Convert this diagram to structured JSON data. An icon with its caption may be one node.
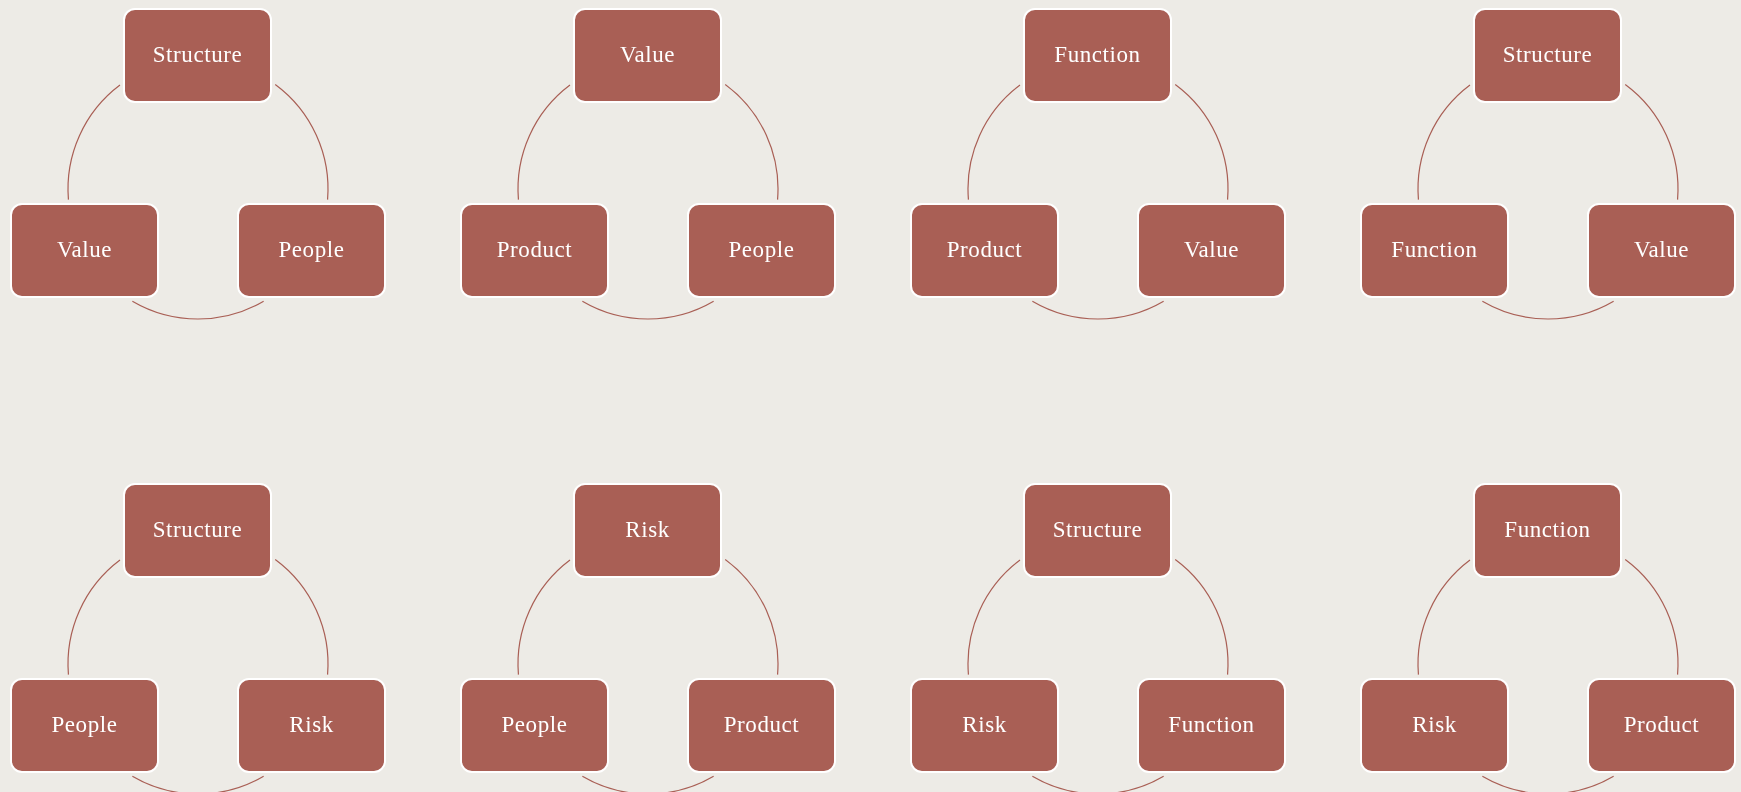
{
  "diagram": {
    "nodes": [
      {
        "text": [
          "Structure"
        ]
      },
      {
        "text": [
          "Value"
        ]
      },
      {
        "text": [
          "People"
        ]
      },
      {
        "text": [
          "Value"
        ]
      },
      {
        "text": [
          "Product"
        ]
      },
      {
        "text": [
          "People"
        ]
      },
      {
        "text": [
          "Function"
        ]
      },
      {
        "text": [
          "Product"
        ]
      },
      {
        "text": [
          "Value"
        ]
      },
      {
        "text": [
          "Structure"
        ]
      },
      {
        "text": [
          "Function"
        ]
      },
      {
        "text": [
          "Value"
        ]
      },
      {
        "text": [
          "Structure"
        ]
      },
      {
        "text": [
          "People"
        ]
      },
      {
        "text": [
          "Risk"
        ]
      },
      {
        "text": [
          "Risk"
        ]
      },
      {
        "text": [
          "People"
        ]
      },
      {
        "text": [
          "Product"
        ]
      },
      {
        "text": [
          "Structure"
        ]
      },
      {
        "text": [
          "Risk"
        ]
      },
      {
        "text": [
          "Function"
        ]
      },
      {
        "text": [
          "Function"
        ]
      },
      {
        "text": [
          "Risk"
        ]
      },
      {
        "text": [
          "Product"
        ]
      }
    ],
    "edges": [
      {
        "from": 0,
        "to": 2,
        "arrow": "none"
      },
      {
        "from": 2,
        "to": 1,
        "arrow": "none"
      },
      {
        "from": 1,
        "to": 0,
        "arrow": "none"
      },
      {
        "from": 3,
        "to": 5,
        "arrow": "none"
      },
      {
        "from": 5,
        "to": 4,
        "arrow": "none"
      },
      {
        "from": 4,
        "to": 3,
        "arrow": "none"
      },
      {
        "from": 6,
        "to": 8,
        "arrow": "none"
      },
      {
        "from": 8,
        "to": 7,
        "arrow": "none"
      },
      {
        "from": 7,
        "to": 6,
        "arrow": "none"
      },
      {
        "from": 9,
        "to": 11,
        "arrow": "none"
      },
      {
        "from": 11,
        "to": 10,
        "arrow": "none"
      },
      {
        "from": 10,
        "to": 9,
        "arrow": "none"
      },
      {
        "from": 12,
        "to": 14,
        "arrow": "none"
      },
      {
        "from": 14,
        "to": 13,
        "arrow": "none"
      },
      {
        "from": 13,
        "to": 12,
        "arrow": "none"
      },
      {
        "from": 15,
        "to": 17,
        "arrow": "none"
      },
      {
        "from": 17,
        "to": 16,
        "arrow": "none"
      },
      {
        "from": 16,
        "to": 15,
        "arrow": "none"
      },
      {
        "from": 18,
        "to": 20,
        "arrow": "none"
      },
      {
        "from": 20,
        "to": 19,
        "arrow": "none"
      },
      {
        "from": 19,
        "to": 18,
        "arrow": "none"
      },
      {
        "from": 21,
        "to": 23,
        "arrow": "none"
      },
      {
        "from": 23,
        "to": 22,
        "arrow": "none"
      },
      {
        "from": 22,
        "to": 21,
        "arrow": "none"
      }
    ]
  }
}
